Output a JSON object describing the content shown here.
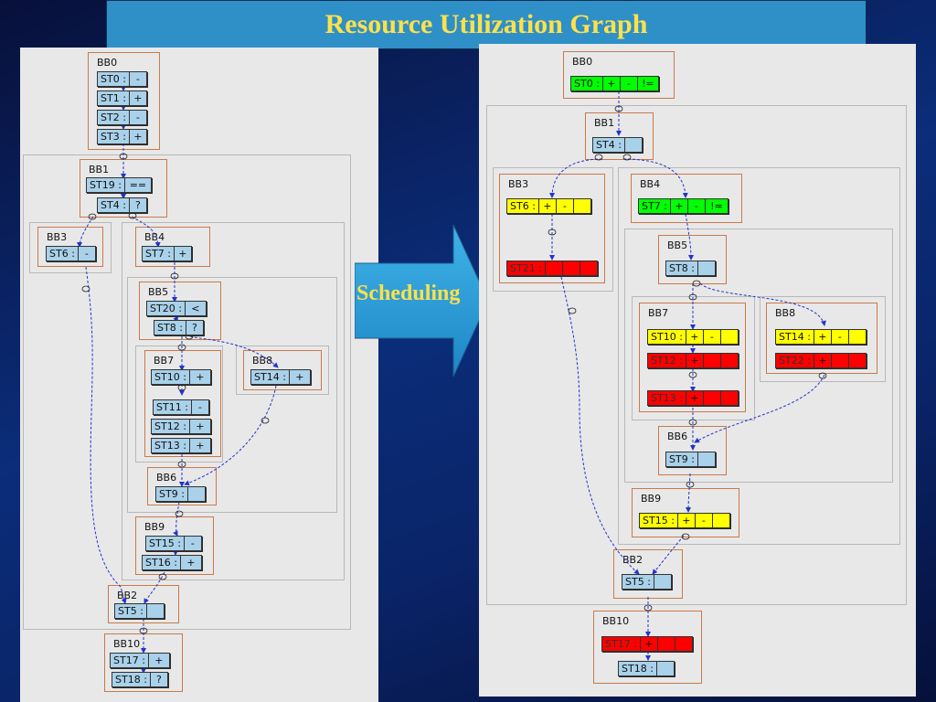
{
  "title": "Resource Utilization Graph",
  "arrow_label": "Scheduling",
  "colors": {
    "blue": "#a9d1ea",
    "yellow": "#ffff00",
    "green": "#00ff00",
    "red": "#ff0000",
    "edge": "#2233cc",
    "bb_border": "#c87a4a"
  },
  "left": {
    "blocks": [
      {
        "id": "bb0",
        "label": "BB0",
        "states": [
          {
            "label": "ST0 :",
            "ops": [
              "-"
            ]
          },
          {
            "label": "ST1 :",
            "ops": [
              "+"
            ]
          },
          {
            "label": "ST2 :",
            "ops": [
              "-"
            ]
          },
          {
            "label": "ST3 :",
            "ops": [
              "+"
            ]
          }
        ]
      },
      {
        "id": "bb1",
        "label": "BB1",
        "states": [
          {
            "label": "ST19 :",
            "ops": [
              "=="
            ]
          },
          {
            "label": "ST4 :",
            "ops": [
              "?"
            ]
          }
        ]
      },
      {
        "id": "bb3",
        "label": "BB3",
        "states": [
          {
            "label": "ST6 :",
            "ops": [
              "-"
            ]
          }
        ]
      },
      {
        "id": "bb4",
        "label": "BB4",
        "states": [
          {
            "label": "ST7 :",
            "ops": [
              "+"
            ]
          }
        ]
      },
      {
        "id": "bb5",
        "label": "BB5",
        "states": [
          {
            "label": "ST20 :",
            "ops": [
              "<"
            ]
          },
          {
            "label": "ST8 :",
            "ops": [
              "?"
            ]
          }
        ]
      },
      {
        "id": "bb7",
        "label": "BB7",
        "states": [
          {
            "label": "ST10 :",
            "ops": [
              "+"
            ]
          },
          {
            "label": "ST11 :",
            "ops": [
              "-"
            ]
          },
          {
            "label": "ST12 :",
            "ops": [
              "+"
            ]
          },
          {
            "label": "ST13 :",
            "ops": [
              "+"
            ]
          }
        ]
      },
      {
        "id": "bb8",
        "label": "BB8",
        "states": [
          {
            "label": "ST14 :",
            "ops": [
              "+"
            ]
          }
        ]
      },
      {
        "id": "bb6",
        "label": "BB6",
        "states": [
          {
            "label": "ST9 :",
            "ops": [
              ""
            ]
          }
        ]
      },
      {
        "id": "bb9",
        "label": "BB9",
        "states": [
          {
            "label": "ST15 :",
            "ops": [
              "-"
            ]
          },
          {
            "label": "ST16 :",
            "ops": [
              "+"
            ]
          }
        ]
      },
      {
        "id": "bb2",
        "label": "BB2",
        "states": [
          {
            "label": "ST5 :",
            "ops": [
              ""
            ]
          }
        ]
      },
      {
        "id": "bb10",
        "label": "BB10",
        "states": [
          {
            "label": "ST17 :",
            "ops": [
              "+"
            ]
          },
          {
            "label": "ST18 :",
            "ops": [
              "?"
            ]
          }
        ]
      }
    ]
  },
  "right": {
    "blocks": [
      {
        "id": "bb0",
        "label": "BB0",
        "states": [
          {
            "label": "ST0 :",
            "ops": [
              "+",
              "-",
              "!="
            ],
            "status": "green"
          }
        ]
      },
      {
        "id": "bb1",
        "label": "BB1",
        "states": [
          {
            "label": "ST4 :",
            "ops": [
              ""
            ],
            "status": "blue"
          }
        ]
      },
      {
        "id": "bb3",
        "label": "BB3",
        "states": [
          {
            "label": "ST6 :",
            "ops": [
              "+",
              "-",
              ""
            ],
            "status": "yellow"
          },
          {
            "label": "ST21 :",
            "ops": [
              "",
              "",
              ""
            ],
            "status": "red"
          }
        ]
      },
      {
        "id": "bb4",
        "label": "BB4",
        "states": [
          {
            "label": "ST7 :",
            "ops": [
              "+",
              "-",
              "!="
            ],
            "status": "green"
          }
        ]
      },
      {
        "id": "bb5",
        "label": "BB5",
        "states": [
          {
            "label": "ST8 :",
            "ops": [
              ""
            ],
            "status": "blue"
          }
        ]
      },
      {
        "id": "bb7",
        "label": "BB7",
        "states": [
          {
            "label": "ST10 :",
            "ops": [
              "+",
              "-",
              ""
            ],
            "status": "yellow"
          },
          {
            "label": "ST12 :",
            "ops": [
              "+",
              "",
              ""
            ],
            "status": "red"
          },
          {
            "label": "ST13 :",
            "ops": [
              "+",
              "",
              ""
            ],
            "status": "red"
          }
        ]
      },
      {
        "id": "bb8",
        "label": "BB8",
        "states": [
          {
            "label": "ST14 :",
            "ops": [
              "+",
              "-",
              ""
            ],
            "status": "yellow"
          },
          {
            "label": "ST22 :",
            "ops": [
              "+",
              "",
              ""
            ],
            "status": "red"
          }
        ]
      },
      {
        "id": "bb6",
        "label": "BB6",
        "states": [
          {
            "label": "ST9 :",
            "ops": [
              ""
            ],
            "status": "blue"
          }
        ]
      },
      {
        "id": "bb9",
        "label": "BB9",
        "states": [
          {
            "label": "ST15 :",
            "ops": [
              "+",
              "-",
              ""
            ],
            "status": "yellow"
          }
        ]
      },
      {
        "id": "bb2",
        "label": "BB2",
        "states": [
          {
            "label": "ST5 :",
            "ops": [
              ""
            ],
            "status": "blue"
          }
        ]
      },
      {
        "id": "bb10",
        "label": "BB10",
        "states": [
          {
            "label": "ST17 :",
            "ops": [
              "+",
              "",
              ""
            ],
            "status": "red"
          },
          {
            "label": "ST18 :",
            "ops": [
              ""
            ],
            "status": "blue"
          }
        ]
      }
    ]
  }
}
